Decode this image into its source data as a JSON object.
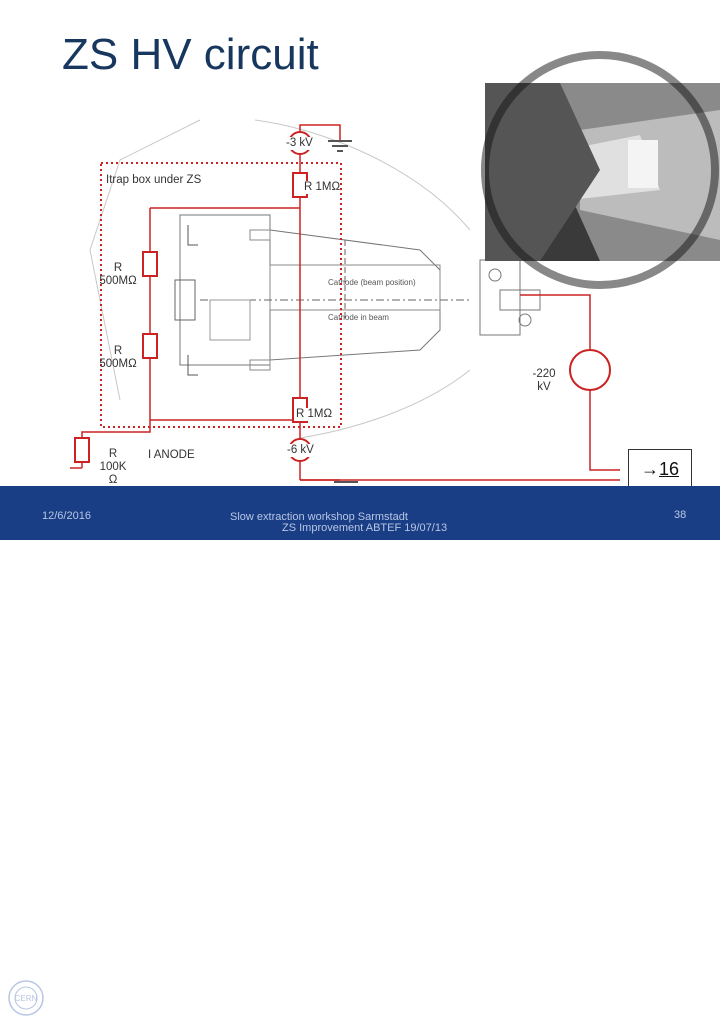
{
  "slide": {
    "title": "ZS HV circuit",
    "page_number": "38"
  },
  "circuit": {
    "top_voltage": "-3 kV",
    "box_label": "Itrap box under ZS",
    "r_top": "R 1MΩ",
    "r_left_1": "R 500MΩ",
    "r_left_1_line1": "R",
    "r_left_1_line2": "500MΩ",
    "r_left_2_line1": "R",
    "r_left_2_line2": "500MΩ",
    "r_bottom": "R 1MΩ",
    "r_left_3_line1": "R",
    "r_left_3_line2": "100K",
    "r_left_3_line3": "Ω",
    "anode_label": "I ANODE",
    "bottom_voltage": "-6 kV",
    "right_voltage_line1": "-220",
    "right_voltage_line2": "kV",
    "drawing_text_1": "Cathode (beam position)",
    "drawing_text_2": "Cathode      in beam"
  },
  "link_box": {
    "arrow": "→",
    "target": "16"
  },
  "footer": {
    "date": "12/6/2016",
    "line1": "Slow extraction workshop Sarmstadt",
    "line2": "ZS Improvement ABTEF 19/07/13",
    "logo_text": "CERN"
  },
  "colors": {
    "wire": "#cc2222",
    "box": "#cc2222",
    "footer_bg": "#1a3e86",
    "title": "#17375e"
  }
}
